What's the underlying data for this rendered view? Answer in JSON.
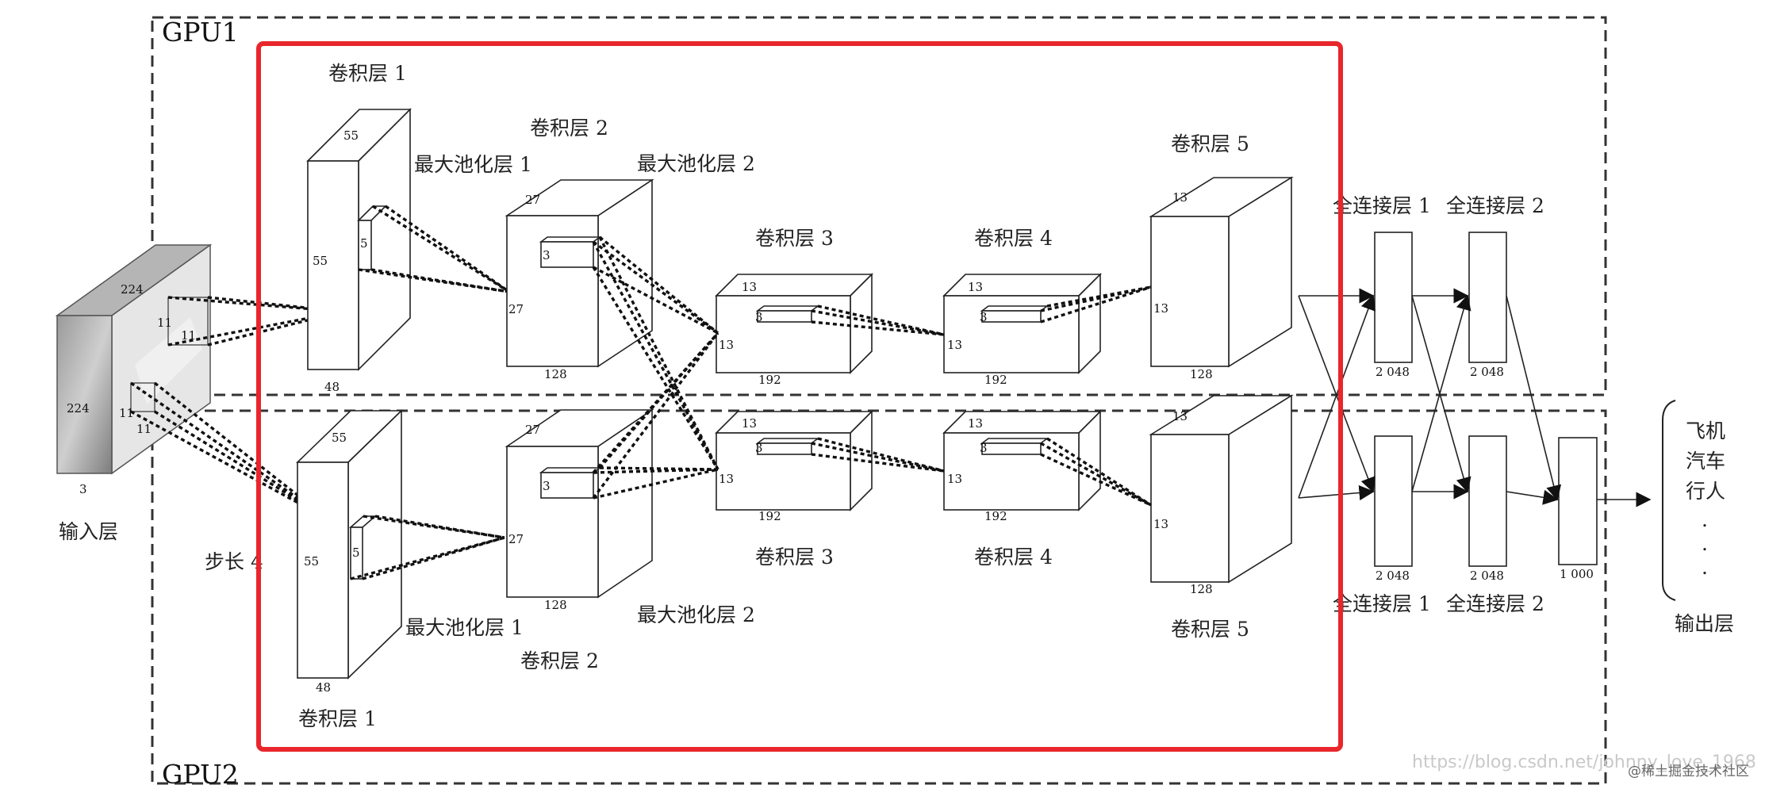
{
  "gpu_labels": {
    "top": "GPU1",
    "bottom": "GPU2"
  },
  "input": {
    "label": "输入层",
    "size": "224",
    "depth": "3",
    "kernel": "11",
    "stride_label": "步长 4"
  },
  "top_layers": {
    "conv1": "卷积层 1",
    "pool1": "最大池化层 1",
    "conv2": "卷积层 2",
    "pool2": "最大池化层 2",
    "conv3": "卷积层 3",
    "conv4": "卷积层 4",
    "conv5": "卷积层 5",
    "fc1": "全连接层 1",
    "fc2": "全连接层 2"
  },
  "bottom_layers": {
    "conv1": "卷积层 1",
    "pool1": "最大池化层 1",
    "conv2": "卷积层 2",
    "pool2": "最大池化层 2",
    "conv3": "卷积层 3",
    "conv4": "卷积层 4",
    "conv5": "卷积层 5",
    "fc1": "全连接层 1",
    "fc2": "全连接层 2"
  },
  "dims": {
    "c1_size": "55",
    "c1_depth": "48",
    "c1_kernel": "5",
    "c2_size": "27",
    "c2_depth": "128",
    "c2_kernel": "3",
    "c3_size": "13",
    "c3_depth": "192",
    "c3_kernel": "3",
    "c4_size": "13",
    "c4_depth": "192",
    "c4_kernel": "3",
    "c5_size": "13",
    "c5_depth": "128",
    "fc_units": "2 048",
    "out_units": "1 000"
  },
  "output": {
    "label": "输出层",
    "classes": [
      "飞机",
      "汽车",
      "行人",
      ".",
      ".",
      "."
    ]
  },
  "watermark": {
    "url": "https://blog.csdn.net/johnny_love_1968",
    "badge": "@稀土掘金技术社区"
  },
  "colors": {
    "highlight": "#e8262b",
    "dashed": "#333333"
  }
}
